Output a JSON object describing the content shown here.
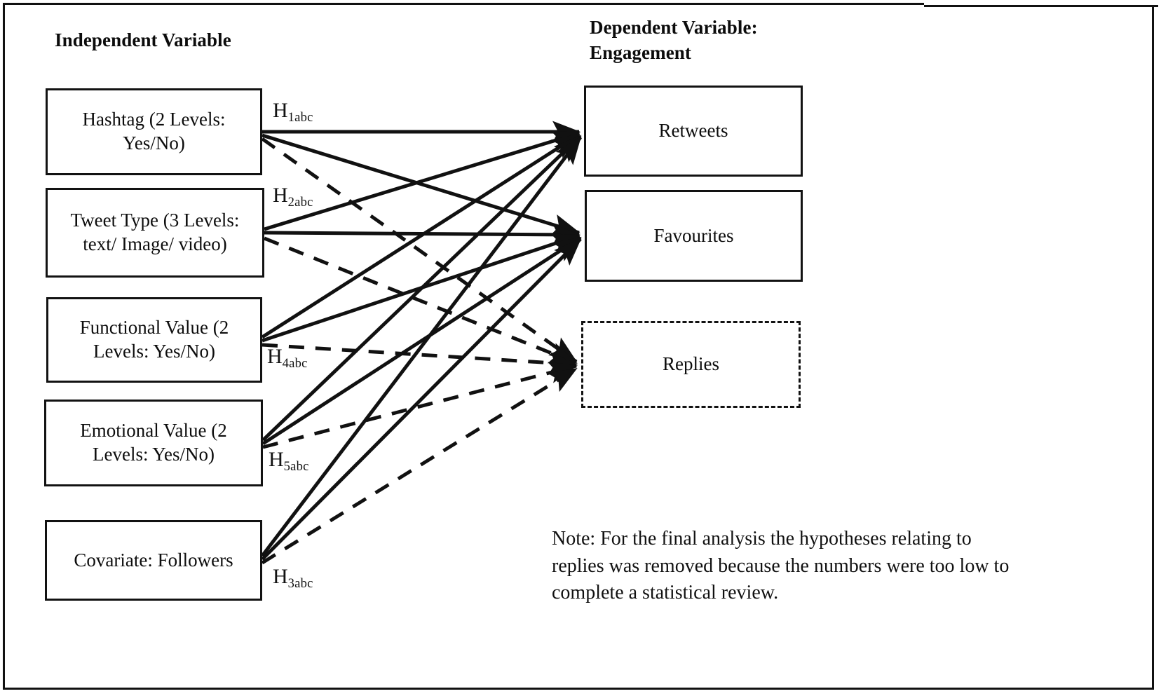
{
  "diagram": {
    "headers": {
      "independent": "Independent Variable",
      "dependent": "Dependent Variable: Engagement"
    },
    "independent_nodes": [
      {
        "id": "hashtag",
        "label": "Hashtag (2 Levels: Yes/No)"
      },
      {
        "id": "tweettype",
        "label": "Tweet Type (3 Levels: text/ Image/ video)"
      },
      {
        "id": "functional",
        "label": "Functional Value (2 Levels: Yes/No)"
      },
      {
        "id": "emotional",
        "label": "Emotional Value (2 Levels: Yes/No)"
      },
      {
        "id": "covariate",
        "label": "Covariate: Followers"
      }
    ],
    "dependent_nodes": [
      {
        "id": "retweets",
        "label": "Retweets",
        "border": "solid"
      },
      {
        "id": "favourites",
        "label": "Favourites",
        "border": "solid"
      },
      {
        "id": "replies",
        "label": "Replies",
        "border": "dashed"
      }
    ],
    "hypothesis_labels": [
      {
        "id": "h1",
        "base": "H",
        "sub": "1abc",
        "source": "hashtag"
      },
      {
        "id": "h2",
        "base": "H",
        "sub": "2abc",
        "source": "tweettype"
      },
      {
        "id": "h4",
        "base": "H",
        "sub": "4abc",
        "source": "functional"
      },
      {
        "id": "h5",
        "base": "H",
        "sub": "5abc",
        "source": "emotional"
      },
      {
        "id": "h3",
        "base": "H",
        "sub": "3abc",
        "source": "covariate"
      }
    ],
    "note": "Note: For the final analysis the hypotheses relating to replies was removed because the numbers were too low to complete a statistical review.",
    "colors": {
      "line": "#111111",
      "box_border": "#121212",
      "text": "#0d0d0d",
      "background": "#ffffff"
    },
    "edges": [
      {
        "from": "hashtag",
        "to": "retweets",
        "style": "solid"
      },
      {
        "from": "hashtag",
        "to": "favourites",
        "style": "solid"
      },
      {
        "from": "hashtag",
        "to": "replies",
        "style": "dashed"
      },
      {
        "from": "tweettype",
        "to": "retweets",
        "style": "solid"
      },
      {
        "from": "tweettype",
        "to": "favourites",
        "style": "solid"
      },
      {
        "from": "tweettype",
        "to": "replies",
        "style": "dashed"
      },
      {
        "from": "functional",
        "to": "retweets",
        "style": "solid"
      },
      {
        "from": "functional",
        "to": "favourites",
        "style": "solid"
      },
      {
        "from": "functional",
        "to": "replies",
        "style": "dashed"
      },
      {
        "from": "emotional",
        "to": "retweets",
        "style": "solid"
      },
      {
        "from": "emotional",
        "to": "favourites",
        "style": "solid"
      },
      {
        "from": "emotional",
        "to": "replies",
        "style": "dashed"
      },
      {
        "from": "covariate",
        "to": "retweets",
        "style": "solid"
      },
      {
        "from": "covariate",
        "to": "favourites",
        "style": "solid"
      },
      {
        "from": "covariate",
        "to": "replies",
        "style": "dashed"
      }
    ]
  }
}
